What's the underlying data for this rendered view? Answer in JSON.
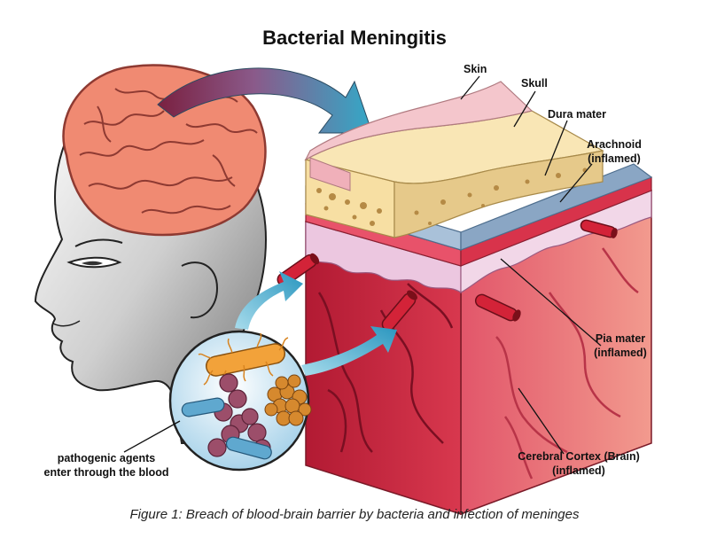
{
  "title": "Bacterial Meningitis",
  "labels": {
    "skin": "Skin",
    "skull": "Skull",
    "dura": "Dura mater",
    "arachnoid_1": "Arachnoid",
    "arachnoid_2": "(inflamed)",
    "pia_1": "Pia mater",
    "pia_2": "(inflamed)",
    "cortex_1": "Cerebral Cortex (Brain)",
    "cortex_2": "(inflamed)",
    "pathogen_1": "pathogenic agents",
    "pathogen_2": "enter through the blood"
  },
  "caption": "Figure 1: Breach of blood-brain barrier by bacteria and infection of meninges",
  "colors": {
    "skin": "#f4c6cc",
    "skull": "#f7dfa3",
    "dura": "#a9c1d9",
    "arachnoid": "#e24b5c",
    "pia": "#ecc7e0",
    "cortex": "#c8233a",
    "brain": "#f08a72",
    "arrow": "#3aa7c4"
  }
}
